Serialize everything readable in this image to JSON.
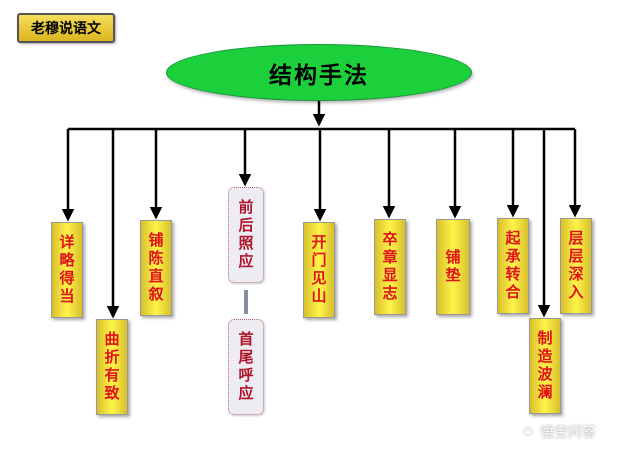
{
  "tag": "老穆说语文",
  "root": "结构手法",
  "branches": [
    {
      "label": "详略得当"
    },
    {
      "label": "曲折有致"
    },
    {
      "label": "铺陈直叙"
    },
    {
      "label": "前后照应",
      "sub": "首尾呼应"
    },
    {
      "label": "开门见山"
    },
    {
      "label": "卒章显志"
    },
    {
      "label": "铺垫"
    },
    {
      "label": "起承转合"
    },
    {
      "label": "制造波澜"
    },
    {
      "label": "层层深入"
    }
  ],
  "watermark": "悟空问答",
  "colors": {
    "root_fill": "#1cd03c",
    "box_text": "#e0121a",
    "arrow": "#000000"
  }
}
